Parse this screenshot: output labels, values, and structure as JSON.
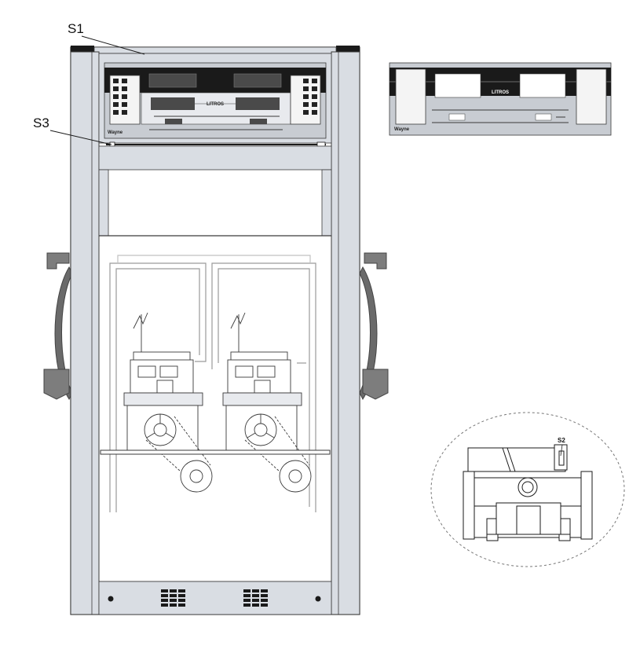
{
  "callouts": {
    "s1": "S1",
    "s3": "S3",
    "s2": "S2"
  },
  "display": {
    "units_label": "LITROS",
    "brand": "Wayne"
  },
  "colors": {
    "frame_fill": "#d9dde3",
    "frame_stroke": "#3a3a3a",
    "display_bezel": "#c8ccd2",
    "display_band": "#1a1a1a",
    "window": "#4a4a4a",
    "hose": "#555555",
    "pipe": "#9a9a9a"
  }
}
